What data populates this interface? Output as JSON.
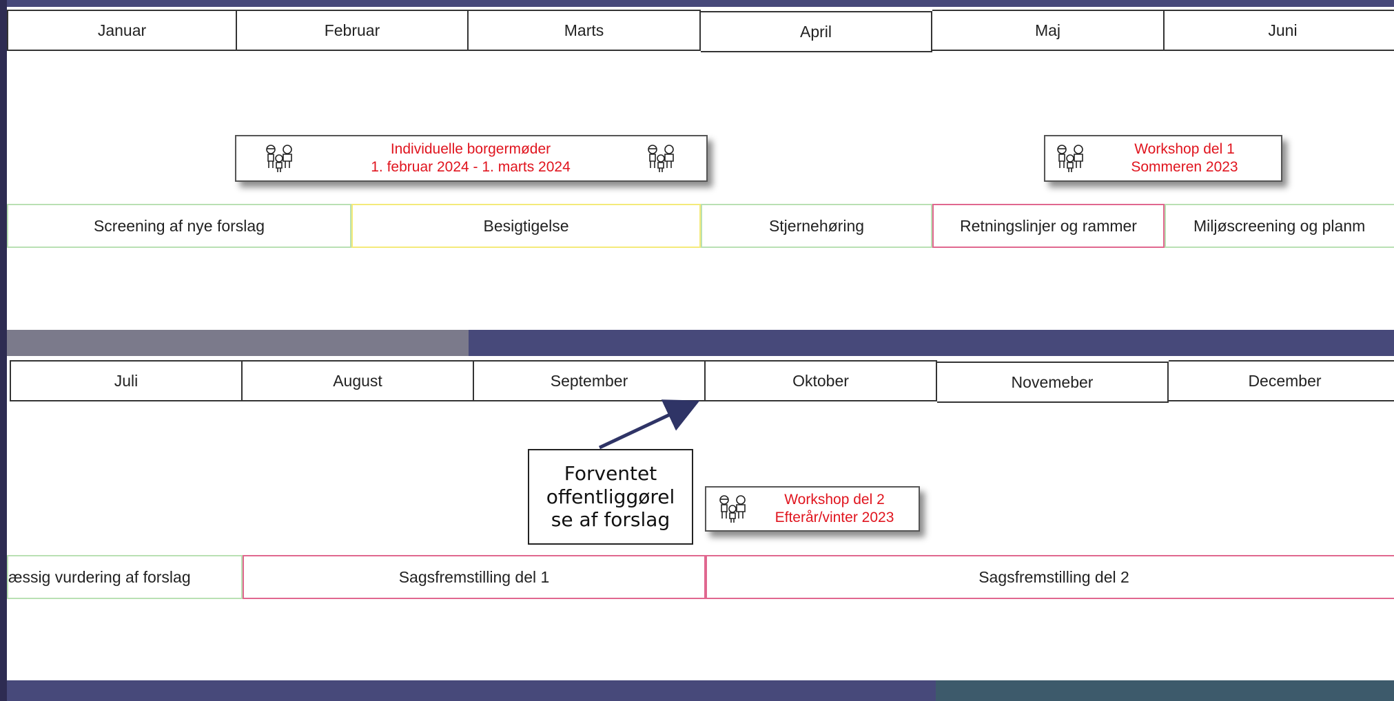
{
  "months_row1": [
    "Januar",
    "Februar",
    "Marts",
    "April",
    "Maj",
    "Juni"
  ],
  "months_row2": [
    "Juli",
    "August",
    "September",
    "Oktober",
    "Novemeber",
    "December"
  ],
  "callouts": {
    "borgermoder": {
      "line1": "Individuelle borgermøder",
      "line2": "1. februar 2024 - 1. marts 2024"
    },
    "workshop1": {
      "line1": "Workshop del 1",
      "line2": "Sommeren 2023"
    },
    "workshop2": {
      "line1": "Workshop del 2",
      "line2": "Efterår/vinter 2023"
    }
  },
  "phases_row1": [
    "Screening af nye forslag",
    "Besigtigelse",
    "Stjernehøring",
    "Retningslinjer og rammer",
    "Miljøscreening og planm"
  ],
  "phases_row2": [
    "æssig vurdering af forslag",
    "Sagsfremstilling del 1",
    "Sagsfremstilling del 2"
  ],
  "note": {
    "lines": [
      "Forventet",
      "offentliggørel",
      "se af forslag"
    ]
  },
  "colors": {
    "frame": "#2e2c52",
    "band_navy": "#47497a",
    "band_grey": "#7b7a8b",
    "band_teal": "#3d5a6b",
    "callout_text": "#e0141e",
    "phase_green": "#b9e0b3",
    "phase_yellow": "#f4ea7a",
    "phase_pink": "#e0678f",
    "arrow": "#2f3466"
  },
  "icons": {
    "callout_icon": "people-group-icon"
  }
}
